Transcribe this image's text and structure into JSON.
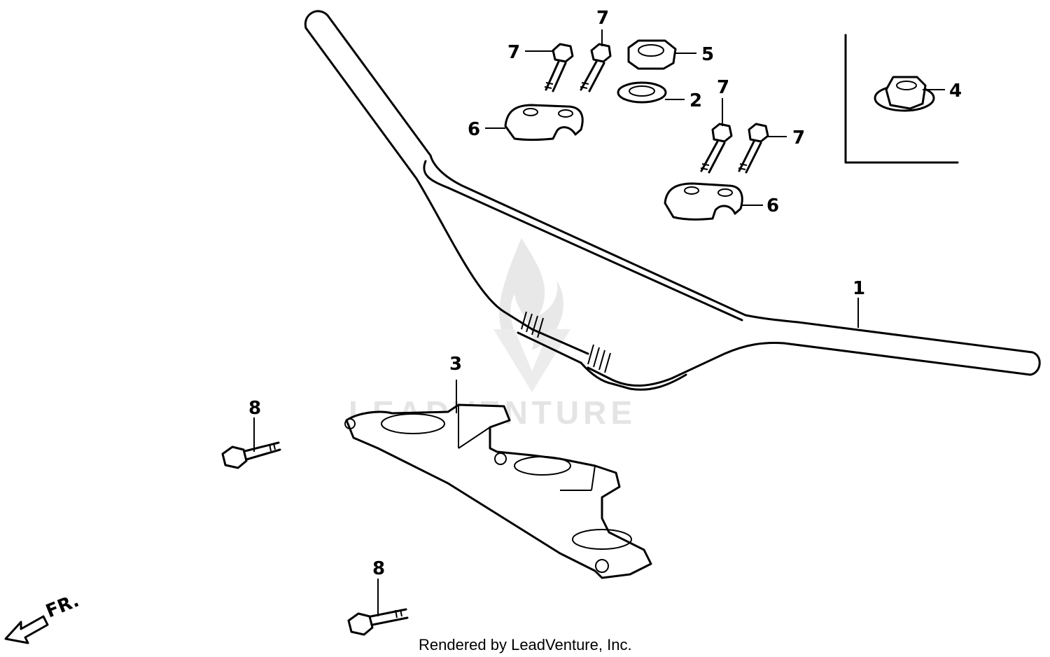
{
  "watermark": {
    "brand": "LEADVENTURE"
  },
  "callouts": [
    {
      "id": "handlebar",
      "number": "1"
    },
    {
      "id": "washer",
      "number": "2"
    },
    {
      "id": "top-bridge",
      "number": "3"
    },
    {
      "id": "flange-nut-inset",
      "number": "4"
    },
    {
      "id": "nut",
      "number": "5"
    },
    {
      "id": "holder-upper-left",
      "number": "6"
    },
    {
      "id": "holder-upper-right",
      "number": "6"
    },
    {
      "id": "bolt-1",
      "number": "7"
    },
    {
      "id": "bolt-2",
      "number": "7"
    },
    {
      "id": "bolt-3",
      "number": "7"
    },
    {
      "id": "bolt-4",
      "number": "7"
    },
    {
      "id": "bolt-8-left",
      "number": "8"
    },
    {
      "id": "bolt-8-bottom",
      "number": "8"
    }
  ],
  "direction": {
    "label": "FR."
  },
  "footer": {
    "text": "Rendered by LeadVenture, Inc."
  }
}
